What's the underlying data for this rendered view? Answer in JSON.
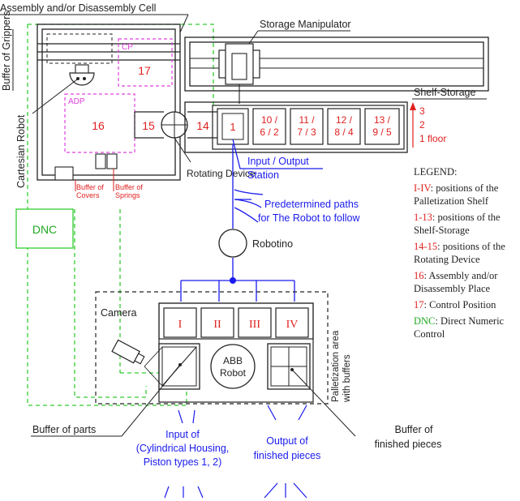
{
  "titles": {
    "assembly_cell": "Assembly  and/or Disassembly Cell",
    "storage_manipulator": "Storage Manipulator",
    "shelf_storage": "Shelf-Storage",
    "buffer_of_grippers": "Buffer of Grippers",
    "cartesian_robot": "Cartesian Robot",
    "rotating_device": "Rotating Device",
    "io_station_line1": "Input / Output",
    "io_station_line2": "Station",
    "predetermined_line1": "Predetermined paths",
    "predetermined_line2": "for The Robot to follow",
    "robotino": "Robotino",
    "dnc": "DNC",
    "camera": "Camera",
    "abb_line1": "ABB",
    "abb_line2": "Robot",
    "palletization_line1": "Palletization area",
    "palletization_line2": "with buffers",
    "buffer_of_parts": "Buffer of parts",
    "buffer_finished_line1": "Buffer of",
    "buffer_finished_line2": "finished pieces",
    "input_line1": "Input of",
    "input_line2": "(Cylindrical Housing,",
    "input_line3": "Piston types 1, 2)",
    "output_line1": "Output of",
    "output_line2": "finished pieces",
    "buffer_covers_line1": "Buffer of",
    "buffer_covers_line2": "Covers",
    "buffer_springs_line1": "Buffer of",
    "buffer_springs_line2": "Springs"
  },
  "cell_positions": {
    "cp": "CP",
    "p17": "17",
    "adp": "ADP",
    "p16": "16",
    "p15": "15",
    "p14": "14"
  },
  "shelf": [
    {
      "line1": "1",
      "line2": ""
    },
    {
      "line1": "10 /",
      "line2": "6 / 2"
    },
    {
      "line1": "11 /",
      "line2": "7 / 3"
    },
    {
      "line1": "12 /",
      "line2": "8 / 4"
    },
    {
      "line1": "13 /",
      "line2": "9 / 5"
    }
  ],
  "floors": [
    "3",
    "2",
    "1 floor"
  ],
  "pallet_positions": [
    "I",
    "II",
    "III",
    "IV"
  ],
  "legend": {
    "title": "LEGEND:",
    "entries": [
      {
        "key": "I-IV",
        "lines": [
          ": positions of the",
          "Palletization Shelf"
        ],
        "color": "#e02020"
      },
      {
        "key": "1-13",
        "lines": [
          ": positions of the",
          "Shelf-Storage"
        ],
        "color": "#e02020"
      },
      {
        "key": "14-15",
        "lines": [
          ": positions of the",
          "Rotating Device"
        ],
        "color": "#e02020"
      },
      {
        "key": "16",
        "lines": [
          ": Assembly and/or",
          "Disassembly Place"
        ],
        "color": "#e02020"
      },
      {
        "key": "17",
        "lines": [
          ": Control Position"
        ],
        "color": "#e02020"
      },
      {
        "key": "DNC",
        "lines": [
          ": Direct Numeric",
          "Control"
        ],
        "color": "#22aa22"
      }
    ]
  },
  "colors": {
    "black": "#222222",
    "red": "#e02020",
    "blue": "#1a1aee",
    "green": "#33cc33",
    "magenta": "#e040e0"
  }
}
